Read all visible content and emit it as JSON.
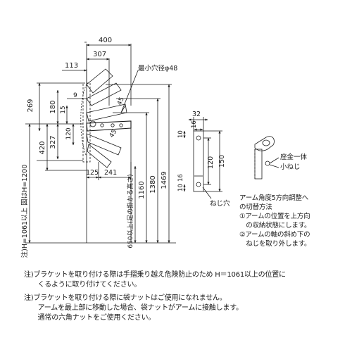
{
  "side_view": {
    "dims_top": [
      "400",
      "307",
      "113"
    ],
    "hole_label": "最小穴径φ48",
    "dims_left": [
      "269",
      "180",
      "15",
      "9",
      "120",
      "327",
      "420"
    ],
    "angle_labels": [
      "45",
      "45"
    ],
    "dims_bottom": [
      "125",
      "241"
    ],
    "dims_vertical": [
      "650以上(足の掛かる高さ)",
      "1160",
      "1380",
      "1469"
    ],
    "note_height": "注)H=1061以上 図はH=1200"
  },
  "bracket_view": {
    "dims": [
      "32",
      "16",
      "10",
      "120",
      "150",
      "16",
      "10"
    ],
    "screw_hole_label": "ねじ穴"
  },
  "detail_view": {
    "labels": [
      "座金一体",
      "小ねじ"
    ]
  },
  "adjust_instructions": [
    "アーム角度5方向調整へ",
    "の切替方法",
    "①アームの位置を上方向",
    "　の収納状態にします。",
    "②アームの軸の斜め下の",
    "　ねじを取り外します。"
  ],
  "notes": [
    "注)ブラケットを取り付ける際は手摺乗り越え危険防止のため H＝1061以上の位置に",
    "　　くるように取り付けてください。",
    "注)ブラケットを取り付ける際に袋ナットはご使用になれません。",
    "　　アームを最上部に移動した場合、袋ナットがアームに接触します。",
    "　　通常の六角ナットをご使用ください。"
  ]
}
